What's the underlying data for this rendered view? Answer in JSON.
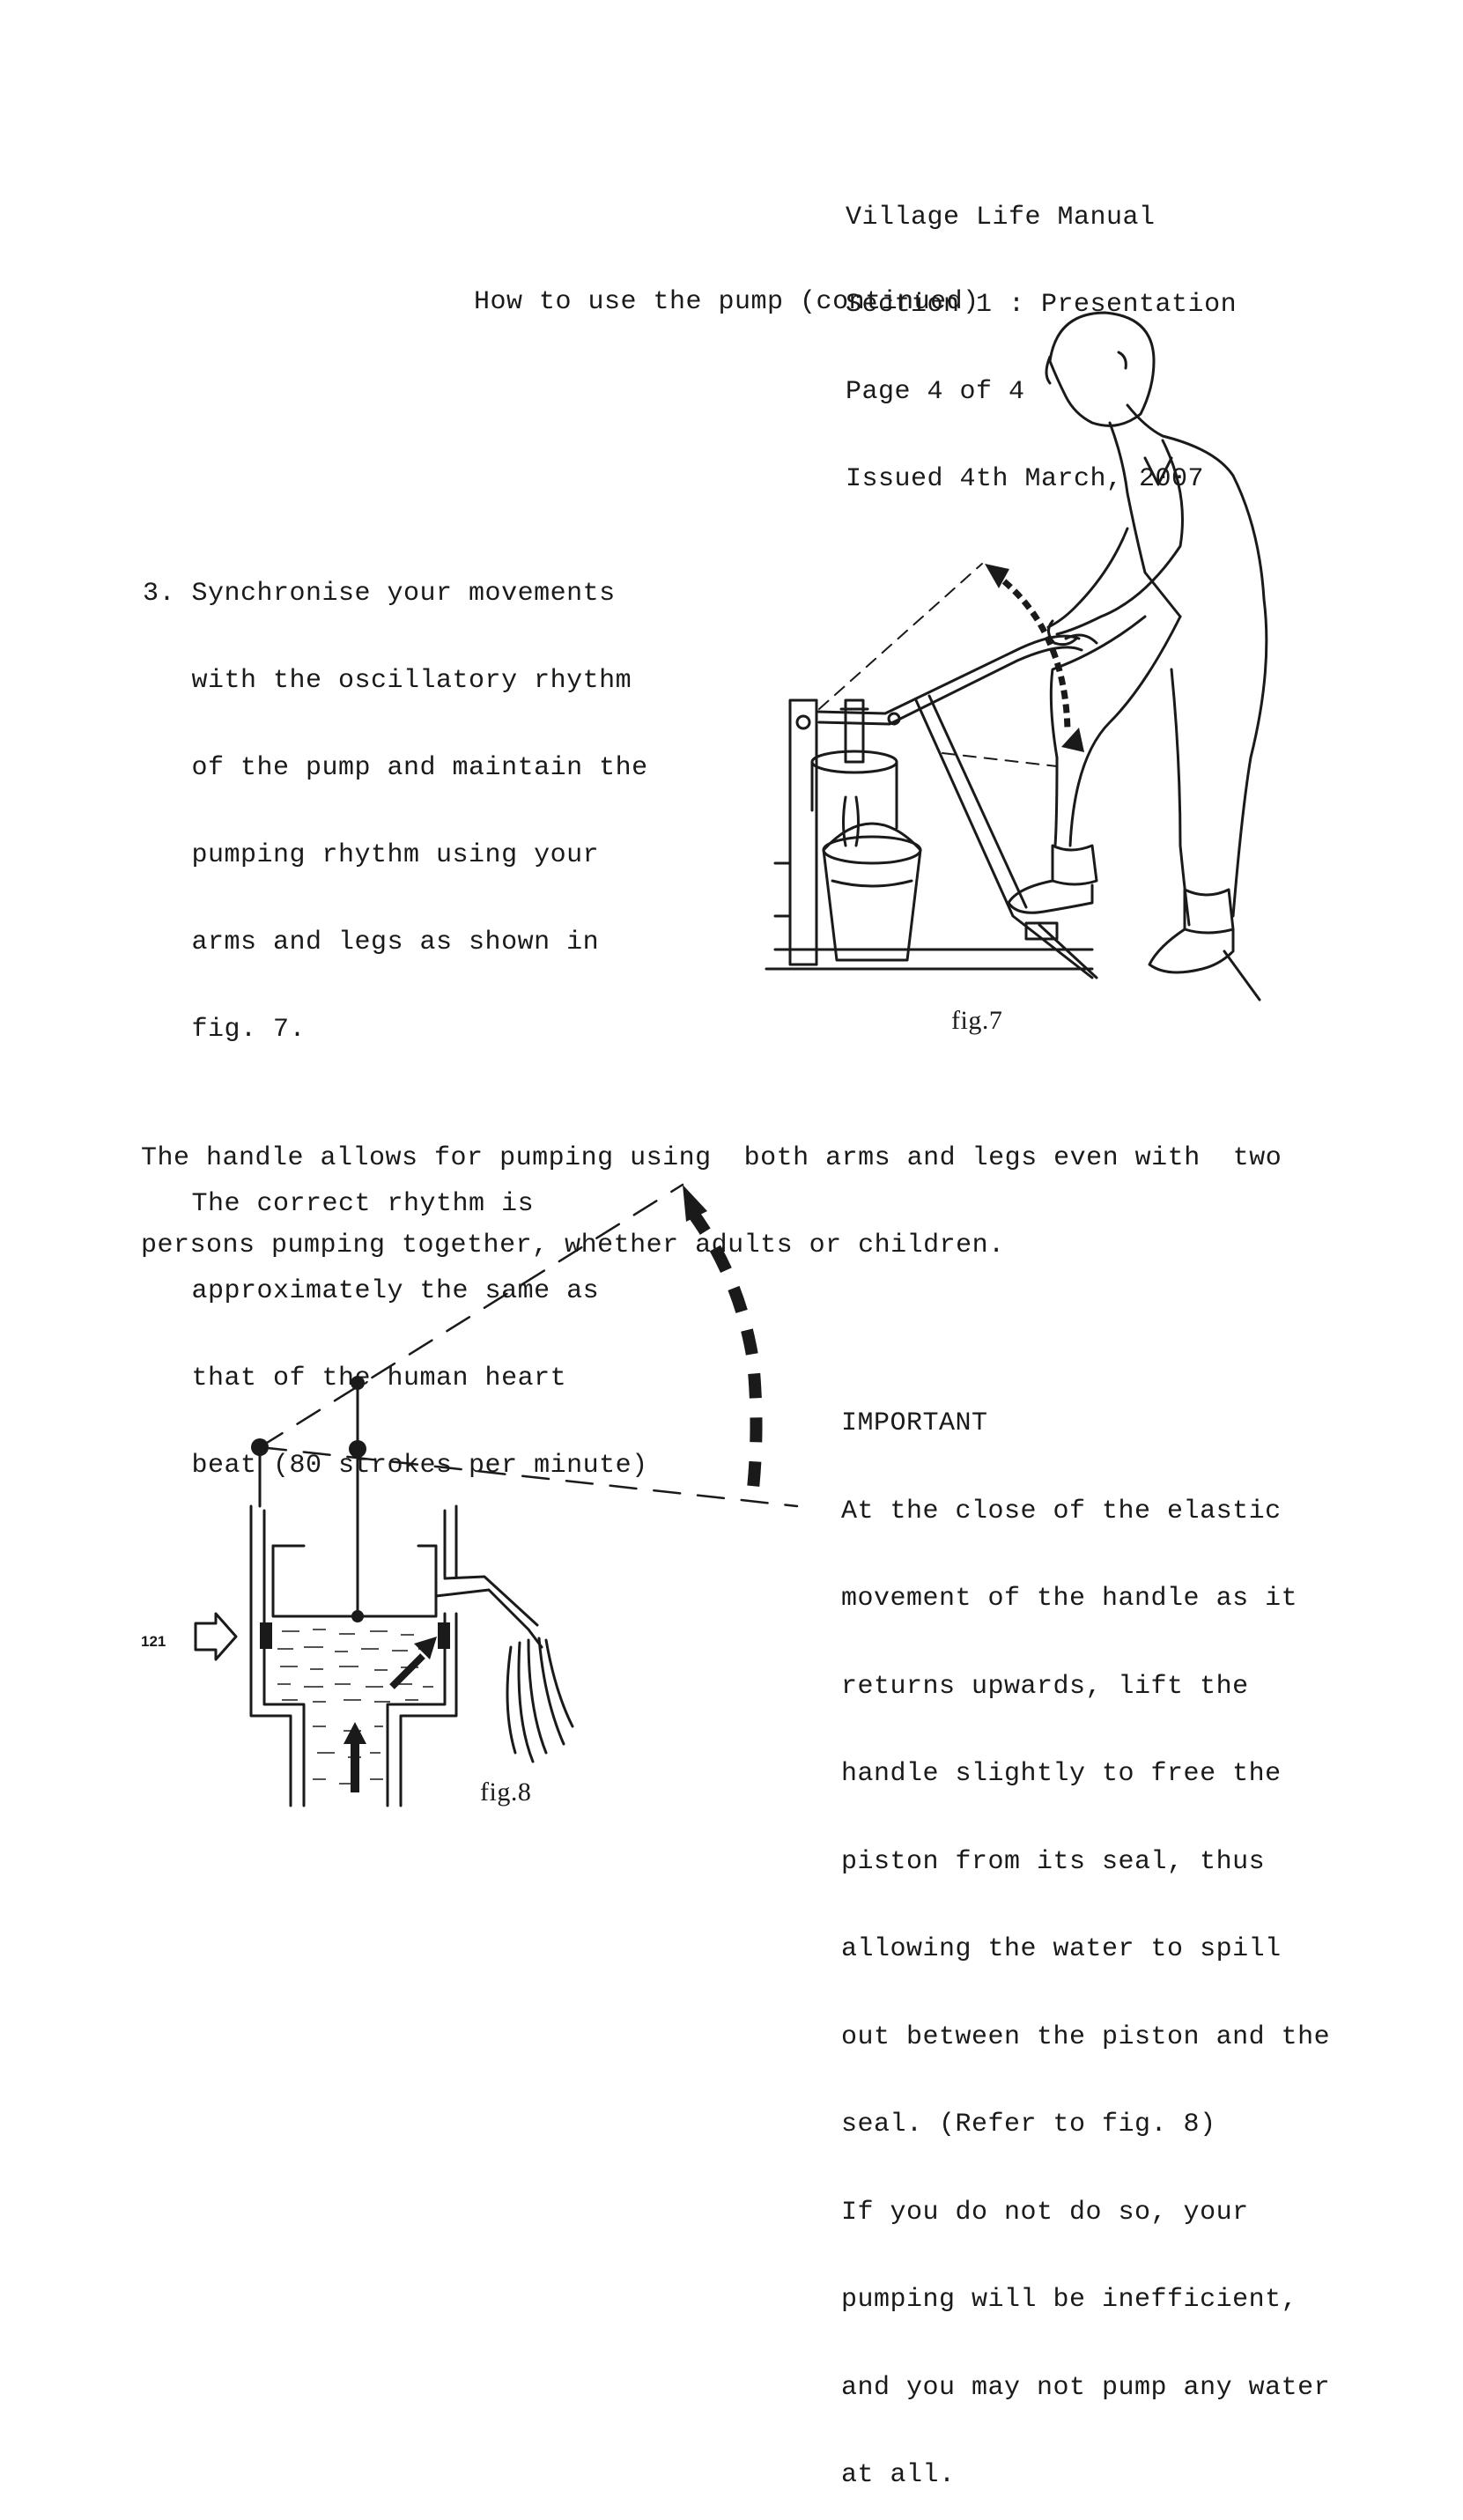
{
  "header": {
    "line1": "Village Life Manual",
    "line2": "Section 1 : Presentation",
    "line3": "Page 4 of 4",
    "line4": "Issued 4th March, 2007"
  },
  "page_title": "How to use the pump (continued)",
  "step3": {
    "lines": [
      "3. Synchronise your movements",
      "   with the oscillatory rhythm",
      "   of the pump and maintain the",
      "   pumping rhythm using your",
      "   arms and legs as shown in",
      "   fig. 7."
    ],
    "rhythm_lines": [
      "   The correct rhythm is",
      "   approximately the same as",
      "   that of the human heart",
      "   beat (80 strokes per minute)"
    ]
  },
  "fig7_caption": "fig.7",
  "handle_text": {
    "line1": "The handle allows for pumping using  both arms and legs even with  two",
    "line2": "persons pumping together, whether adults or children."
  },
  "important": {
    "heading": "IMPORTANT",
    "lines": [
      "At the close of the elastic",
      "movement of the handle as it",
      "returns upwards, lift the",
      "handle slightly to free the",
      "piston from its seal, thus",
      "allowing the water to spill",
      "out between the piston and the",
      "seal. (Refer to fig. 8)",
      "If you do not do so, your",
      "pumping will be inefficient,",
      "and you may not pump any water",
      "at all."
    ]
  },
  "fig8_caption": "fig.8",
  "fig8_label": "121",
  "icons": {
    "fig7": "person-pumping-illustration",
    "fig8": "pump-cross-section-diagram"
  }
}
